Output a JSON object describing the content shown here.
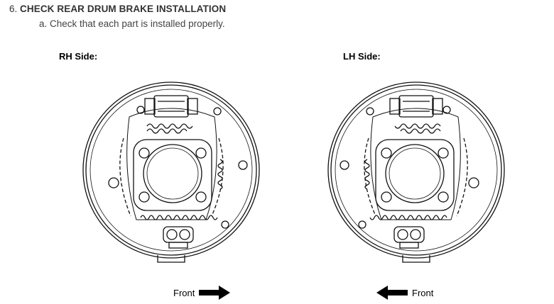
{
  "step": {
    "number": "6.",
    "title": "CHECK REAR DRUM BRAKE INSTALLATION"
  },
  "substep": {
    "text": "a. Check that each part is installed properly."
  },
  "rh": {
    "label": "RH Side:",
    "front_label": "Front",
    "arrow_direction": "right"
  },
  "lh": {
    "label": "LH Side:",
    "front_label": "Front",
    "arrow_direction": "left"
  },
  "icons": [
    "arrow-right-icon",
    "arrow-left-icon"
  ]
}
